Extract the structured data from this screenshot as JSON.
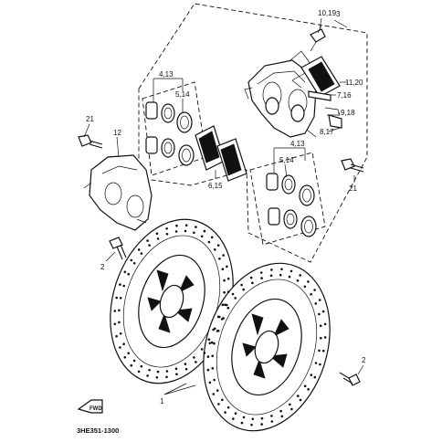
{
  "diagram": {
    "code": "3HE351-1300",
    "fwd_label": "FWD",
    "labels": {
      "caliper_assy": "3",
      "bleed_screw": "10,19",
      "pad_spring": "11,20",
      "pin": "7,16",
      "clip": "9,18",
      "pad_pin": "8,17",
      "piston_upper": "4,13",
      "seal_upper": "5,14",
      "pad": "6,15",
      "caliper_left": "12",
      "bolt_left": "21",
      "bolt_right": "21",
      "piston_lower": "4,13",
      "seal_lower": "5,14",
      "disc_bolt_left": "2",
      "disc_bolt_right": "2",
      "disc": "1"
    }
  }
}
